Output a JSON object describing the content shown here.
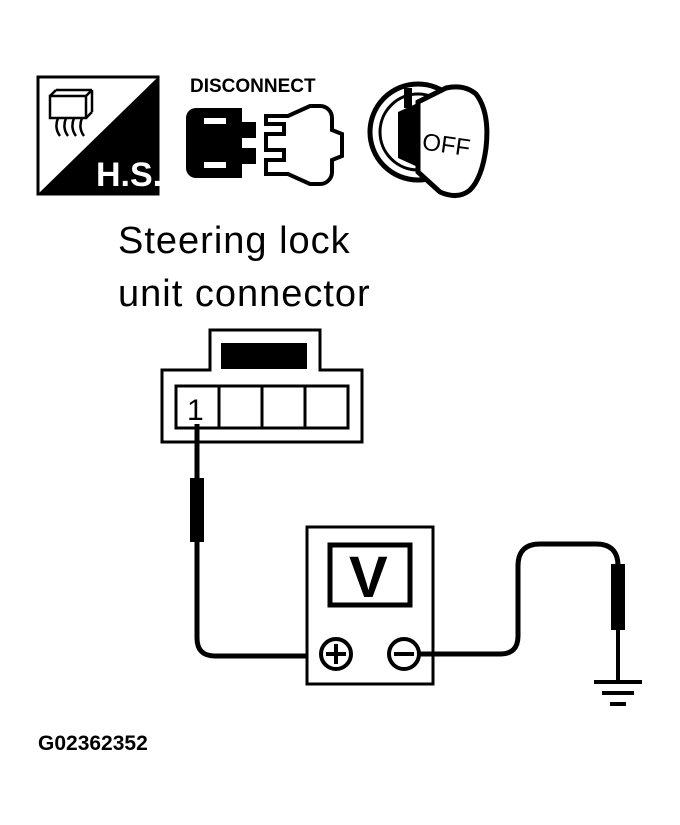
{
  "icons": {
    "harness_sign": "H.S.",
    "disconnect_label": "DISCONNECT",
    "ignition_label": "OFF"
  },
  "connector": {
    "title_line1": "Steering lock",
    "title_line2": "unit connector",
    "pin_label": "1"
  },
  "meter": {
    "label": "V"
  },
  "figure_code": "G02362352",
  "colors": {
    "ink": "#000000",
    "paper": "#ffffff"
  }
}
